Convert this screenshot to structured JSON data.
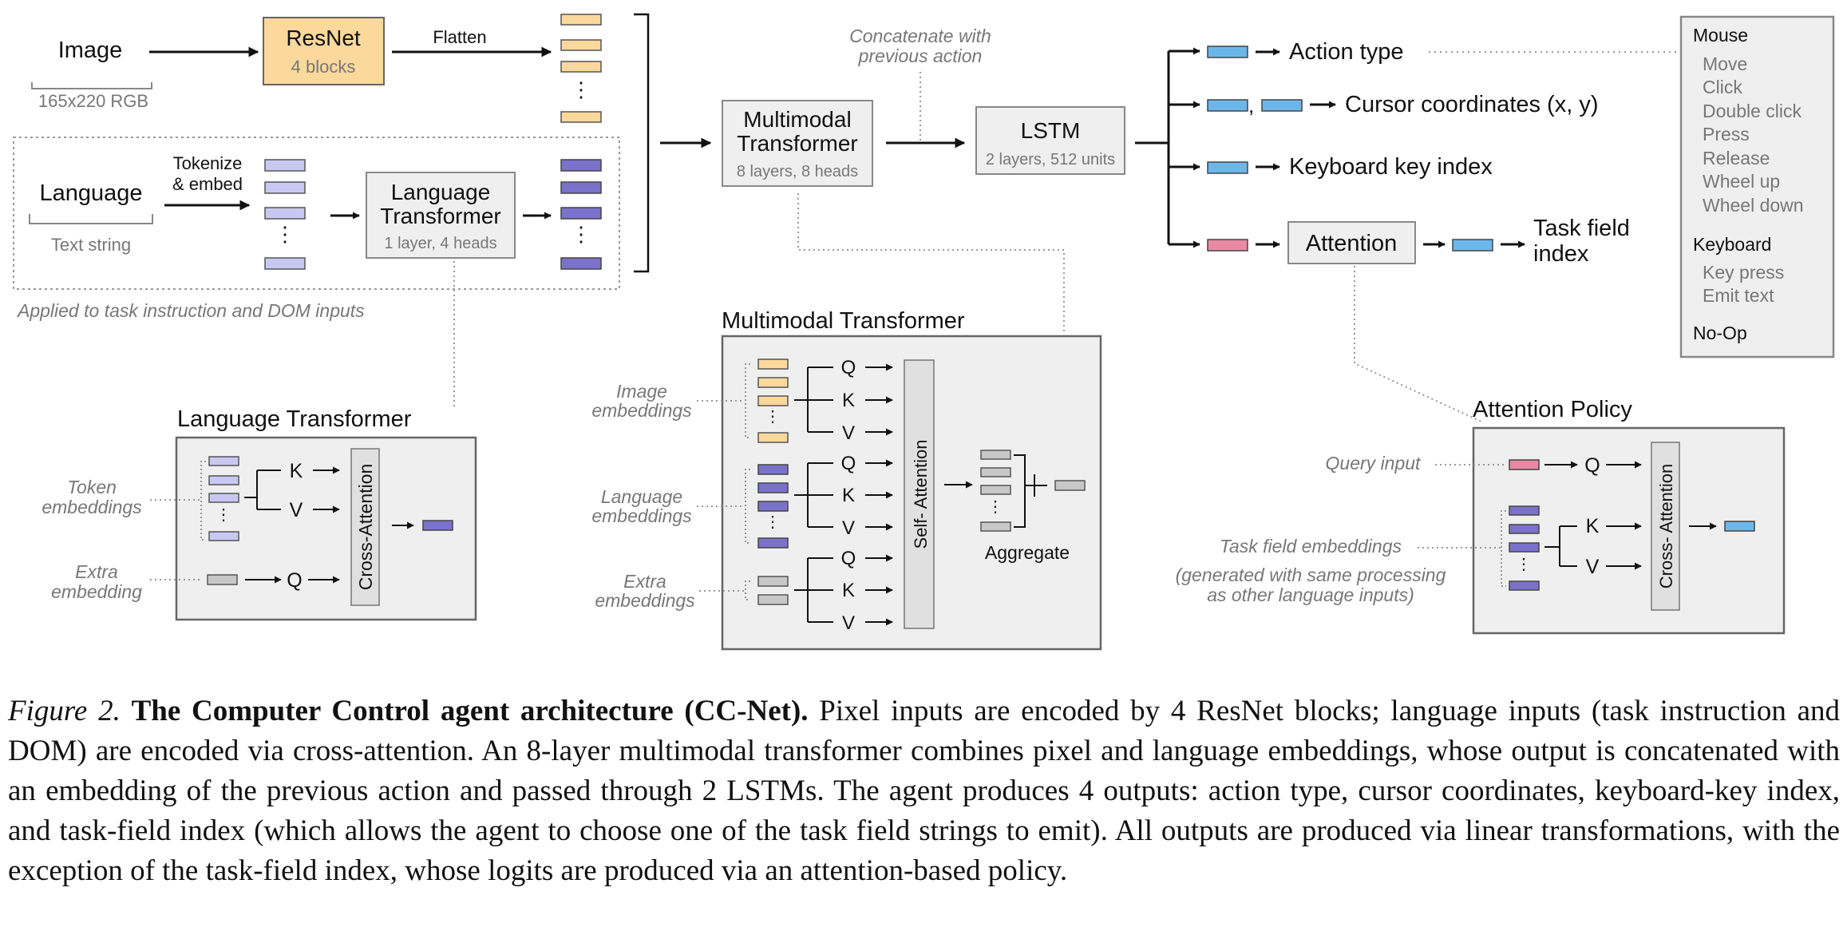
{
  "pipeline": {
    "image": {
      "label": "Image",
      "size": "165x220 RGB"
    },
    "resnet": {
      "title": "ResNet",
      "sub": "4 blocks"
    },
    "flatten": "Flatten",
    "language": {
      "label": "Language",
      "sub": "Text string"
    },
    "tokenize": [
      "Tokenize",
      "& embed"
    ],
    "lang_transformer": {
      "title": [
        "Language",
        "Transformer"
      ],
      "sub": "1 layer, 4 heads"
    },
    "applied_note": "Applied to task instruction and DOM inputs",
    "concat_note": [
      "Concatenate with",
      "previous action"
    ],
    "mm_transformer": {
      "title": [
        "Multimodal",
        "Transformer"
      ],
      "sub": "8 layers, 8 heads"
    },
    "lstm": {
      "title": "LSTM",
      "sub": "2 layers, 512 units"
    },
    "outputs": {
      "action_type": "Action type",
      "cursor": "Cursor coordinates (x, y)",
      "comma": ",",
      "keyboard": "Keyboard key index",
      "attention": "Attention",
      "task_field": [
        "Task field",
        "index"
      ]
    },
    "action_list": {
      "mouse_header": "Mouse",
      "mouse_items": [
        "Move",
        "Click",
        "Double click",
        "Press",
        "Release",
        "Wheel up",
        "Wheel down"
      ],
      "keyboard_header": "Keyboard",
      "keyboard_items": [
        "Key press",
        "Emit text"
      ],
      "noop": "No-Op"
    }
  },
  "lang_detail": {
    "title": "Language Transformer",
    "token_emb": [
      "Token",
      "embeddings"
    ],
    "extra_emb": [
      "Extra",
      "embedding"
    ],
    "k": "K",
    "v": "V",
    "q": "Q",
    "cross_attention": "Cross-Attention"
  },
  "mm_detail": {
    "title": "Multimodal Transformer",
    "image_emb": [
      "Image",
      "embeddings"
    ],
    "language_emb": [
      "Language",
      "embeddings"
    ],
    "extra_emb": [
      "Extra",
      "embeddings"
    ],
    "q": "Q",
    "k": "K",
    "v": "V",
    "self_attention": "Self- Attention",
    "aggregate": "Aggregate"
  },
  "attn_detail": {
    "title": "Attention Policy",
    "query_input": "Query input",
    "task_field_emb": "Task field embeddings",
    "note": [
      "(generated with same processing",
      "as other language inputs)"
    ],
    "q": "Q",
    "k": "K",
    "v": "V",
    "cross_attention": "Cross- Attention"
  },
  "caption": {
    "figure": "Figure 2.",
    "title": "The Computer Control agent architecture (CC-Net).",
    "body": "Pixel inputs are encoded by 4 ResNet blocks; language inputs (task instruction and DOM) are encoded via cross-attention. An 8-layer multimodal transformer combines pixel and language embeddings, whose output is concatenated with an embedding of the previous action and passed through 2 LSTMs. The agent produces 4 outputs: action type, cursor coordinates, keyboard-key index, and task-field index (which allows the agent to choose one of the task field strings to emit). All outputs are produced via linear transformations, with the exception of the task-field index, whose logits are produced via an attention-based policy."
  },
  "colors": {
    "image_token": "#fbd89c",
    "language_token": "#c9c8f2",
    "encoded_token": "#7b72cb",
    "output_token": "#6cb7ea",
    "query_token": "#e98aa4",
    "extra_token": "#c8c8c8",
    "resnet_fill": "#fbd89c",
    "box_fill": "#efefef"
  }
}
